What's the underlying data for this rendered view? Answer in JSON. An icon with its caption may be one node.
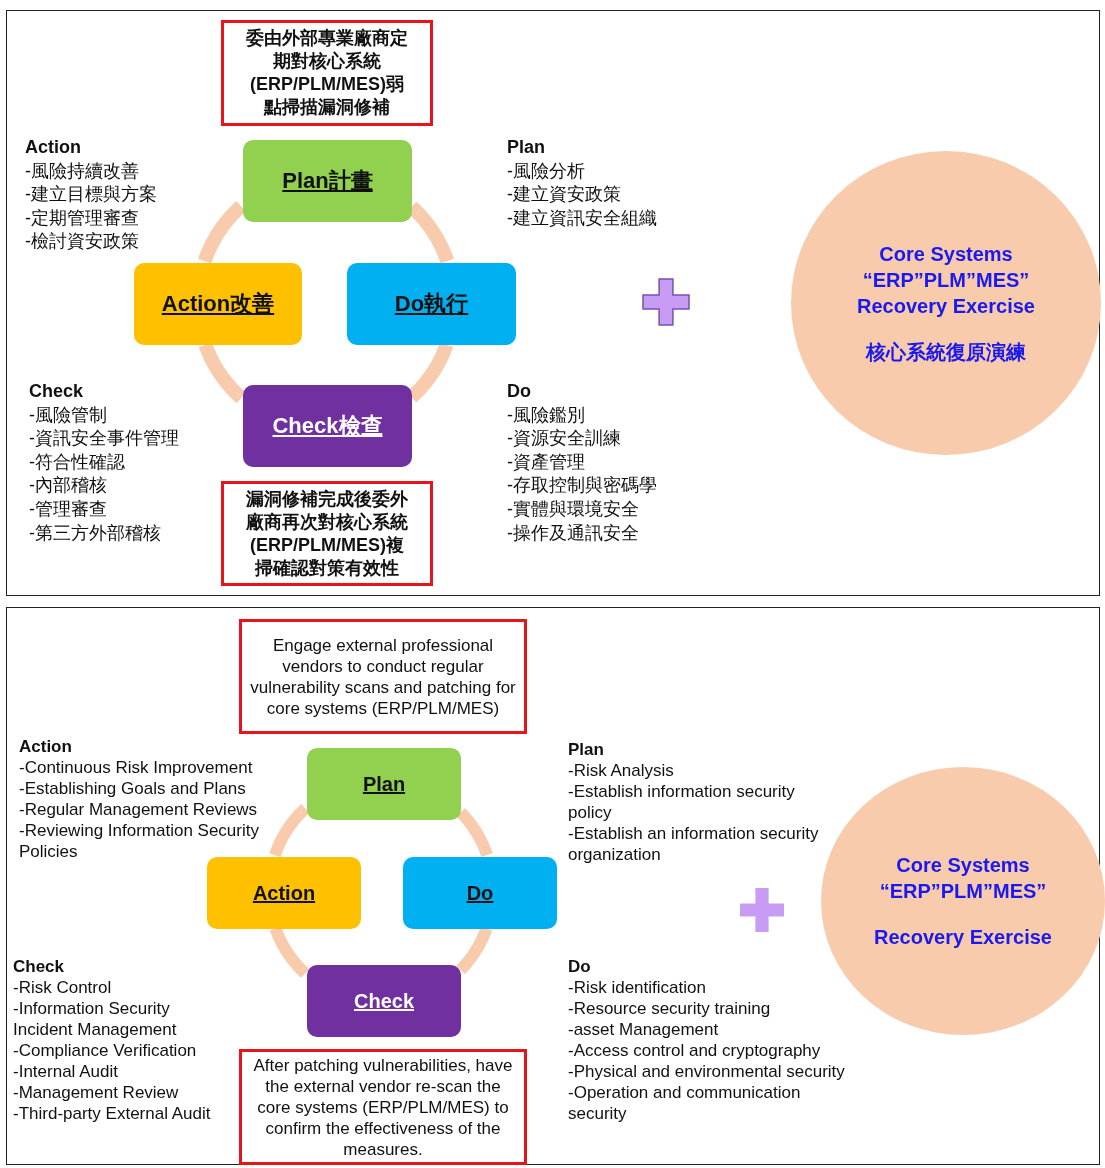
{
  "diagram": {
    "nodes": [
      {
        "text": [],
        "shape": "box"
      },
      {
        "text": [
          "委由外部專業廠商定期對核心系統(ERP/PLM/MES)弱點掃描漏洞修補"
        ],
        "in": 0
      },
      {
        "text": [
          "Plan計畫"
        ],
        "in": 0
      },
      {
        "text": [
          "Action改善"
        ],
        "in": 0
      },
      {
        "text": [
          "Do執行"
        ],
        "in": 0
      },
      {
        "text": [
          "Core Systems “ERP”PLM”MES” Recovery Exercise",
          "核心系統復原演練"
        ],
        "in": 0
      },
      {
        "text": [
          "Check檢查"
        ],
        "in": 0
      },
      {
        "text": [
          "漏洞修補完成後委外廠商再次對核心系統(ERP/PLM/MES)複掃確認對策有效性"
        ],
        "in": 0
      },
      {
        "text": [],
        "shape": "box"
      },
      {
        "text": [
          "Engage external professional vendors to conduct regular vulnerability scans and patching for core systems (ERP/PLM/MES)"
        ],
        "in": 8
      },
      {
        "text": [
          "Plan"
        ],
        "in": 8
      },
      {
        "text": [
          "Action"
        ],
        "in": 8
      },
      {
        "text": [
          "Do"
        ],
        "in": 8
      },
      {
        "text": [
          "Core Systems “ERP”PLM”MES”",
          "Recovery Exercise"
        ],
        "in": 8
      },
      {
        "text": [
          "Check"
        ],
        "in": 8
      },
      {
        "text": [
          "After patching vulnerabilities, have the external vendor re-scan the core systems (ERP/PLM/MES) to confirm the effectiveness of the measures."
        ],
        "in": 8
      }
    ],
    "edges": [
      {
        "from": 2,
        "to": 4,
        "arrow": "none"
      },
      {
        "from": 4,
        "to": 6,
        "arrow": "none"
      },
      {
        "from": 6,
        "to": 3,
        "arrow": "none"
      },
      {
        "from": 3,
        "to": 2,
        "arrow": "none"
      },
      {
        "from": 10,
        "to": 12,
        "arrow": "none"
      },
      {
        "from": 12,
        "to": 14,
        "arrow": "none"
      },
      {
        "from": 14,
        "to": 11,
        "arrow": "none"
      },
      {
        "from": 11,
        "to": 10,
        "arrow": "none"
      }
    ],
    "labels": [
      "Action",
      "-風險持續改善",
      "-建立目標與方案",
      "-定期管理審查",
      "-檢討資安政策",
      "Plan",
      "-風險分析",
      "-建立資安政策",
      "-建立資訊安全組織",
      "Check",
      "-風險管制",
      "-資訊安全事件管理",
      "-符合性確認",
      "-內部稽核",
      "-管理審查",
      "-第三方外部稽核",
      "Do",
      "-風險鑑別",
      "-資源安全訓練",
      "-資產管理",
      "-存取控制與密碼學",
      "-實體與環境安全",
      "-操作及通訊安全",
      "Action",
      "-Continuous Risk Improvement",
      "-Establishing Goals and Plans",
      "-Regular Management Reviews",
      "-Reviewing Information Security Policies",
      "Plan",
      "-Risk Analysis",
      "-Establish information security policy",
      "-Establish an information security organization",
      "Check",
      "-Risk Control",
      "-Information Security Incident Management",
      "-Compliance Verification",
      "-Internal Audit",
      "-Management Review",
      "-Third-party External Audit",
      "Do",
      "-Risk identification",
      "-Resource security training",
      "-asset Management",
      "-Access control and cryptography",
      "-Physical and environmental security",
      "-Operation and communication security"
    ]
  }
}
